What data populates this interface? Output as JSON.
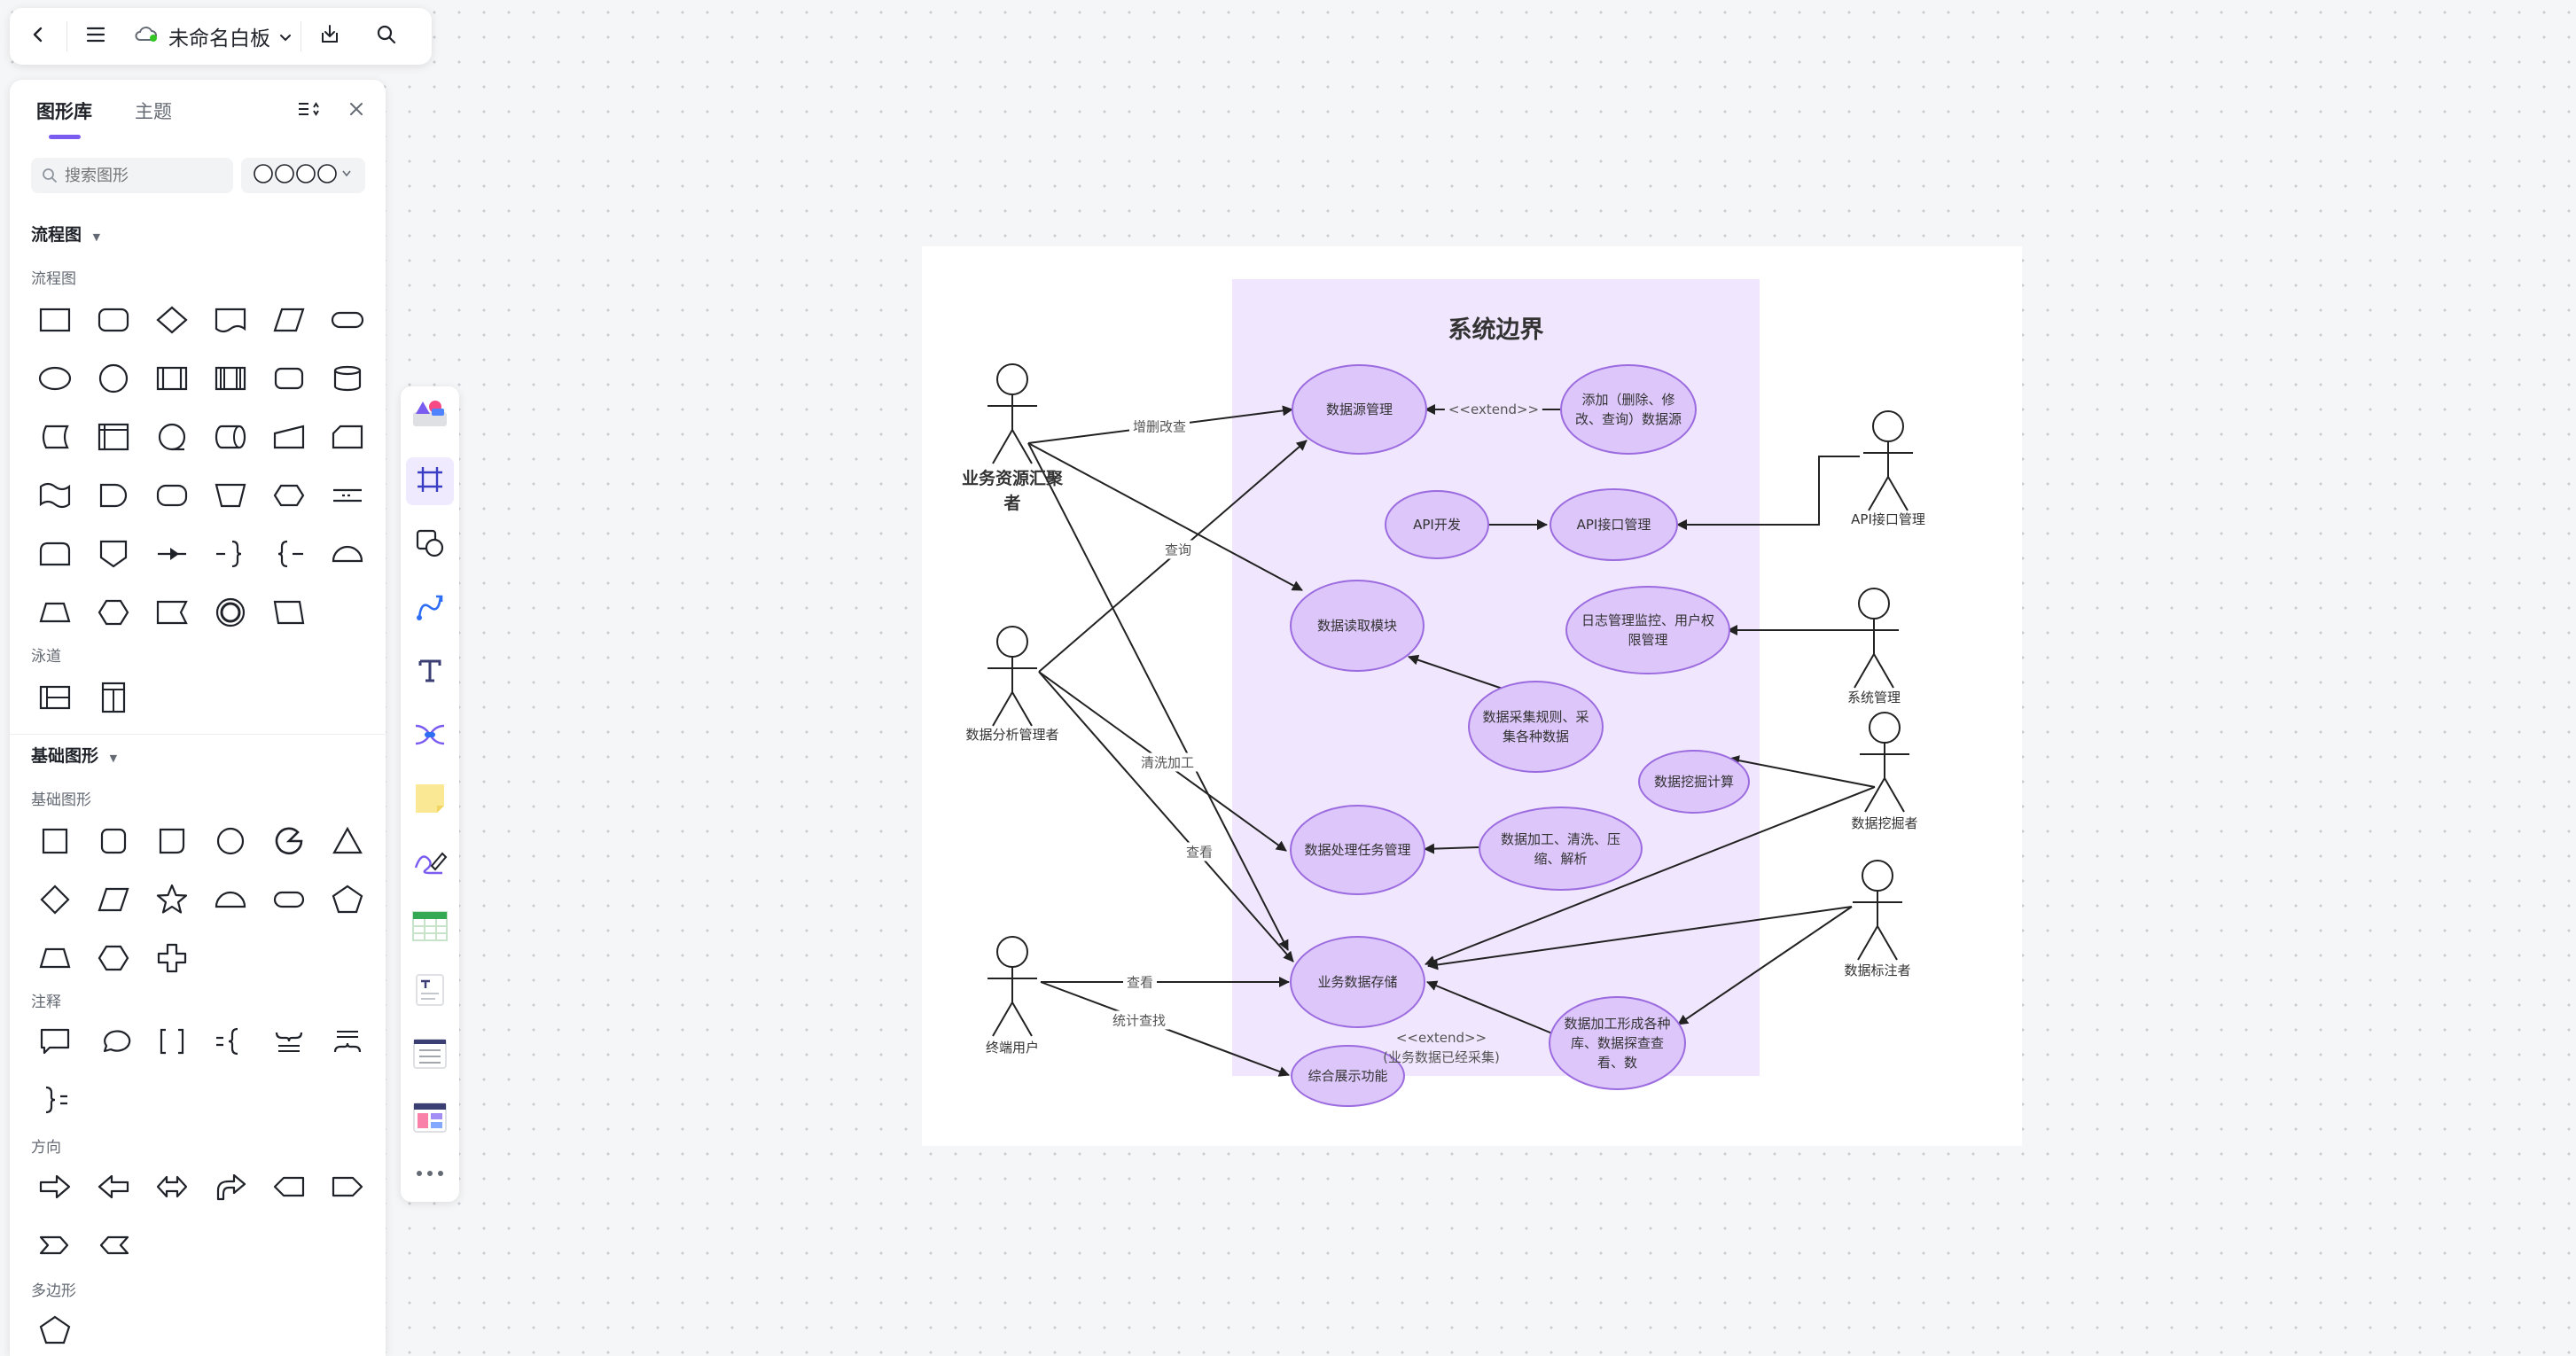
{
  "app": {
    "doc_title": "未命名白板"
  },
  "library": {
    "tabs": [
      "图形库",
      "主题"
    ],
    "search_placeholder": "搜索图形",
    "sections": {
      "flow_title": "流程图",
      "flow_sub": "流程图",
      "swimlane_sub": "泳道",
      "basic_title": "基础图形",
      "basic_sub": "基础图形",
      "note_sub": "注释",
      "direction_sub": "方向",
      "polygon_sub": "多边形"
    }
  },
  "toolbar": {
    "tools": [
      "shape-library-icon",
      "frame-icon",
      "shape-icon",
      "connector-icon",
      "text-icon",
      "mindmap-icon",
      "sticky-note-icon",
      "pen-icon",
      "table-icon",
      "doc-card-icon",
      "list-icon",
      "template-icon",
      "more-icon"
    ]
  },
  "diagram": {
    "boundary_title": "系统边界",
    "actors": {
      "resource_manager": "业务资源汇聚者",
      "analyst": "数据分析管理者",
      "end_user": "终端用户",
      "api_admin": "API接口管理",
      "sys_admin": "系统管理",
      "miner": "数据挖掘者",
      "annotator": "数据标注者"
    },
    "use_cases": {
      "datasource": "数据源管理",
      "add_datasource": "添加（删除、修改、查询）数据源",
      "api_dev": "API开发",
      "api_mgmt": "API接口管理",
      "read_module": "数据读取模块",
      "log_mgmt": "日志管理监控、用户权限管理",
      "collect_rules": "数据采集规则、采集各种数据",
      "mining_calc": "数据挖掘计算",
      "process_task": "数据处理任务管理",
      "process_clean": "数据加工、清洗、压缩、解析",
      "storage": "业务数据存储",
      "display": "综合展示功能",
      "annotate": "数据加工形成各种库、数据探查查看、数"
    },
    "edge_labels": {
      "crud": "增删改查",
      "extend1": "<<extend>>",
      "query": "查询",
      "clean": "清洗加工",
      "view1": "查看",
      "view2": "查看",
      "stats": "统计查找",
      "extend2": "<<extend>>",
      "extend2_note": "(业务数据已经采集)"
    }
  }
}
